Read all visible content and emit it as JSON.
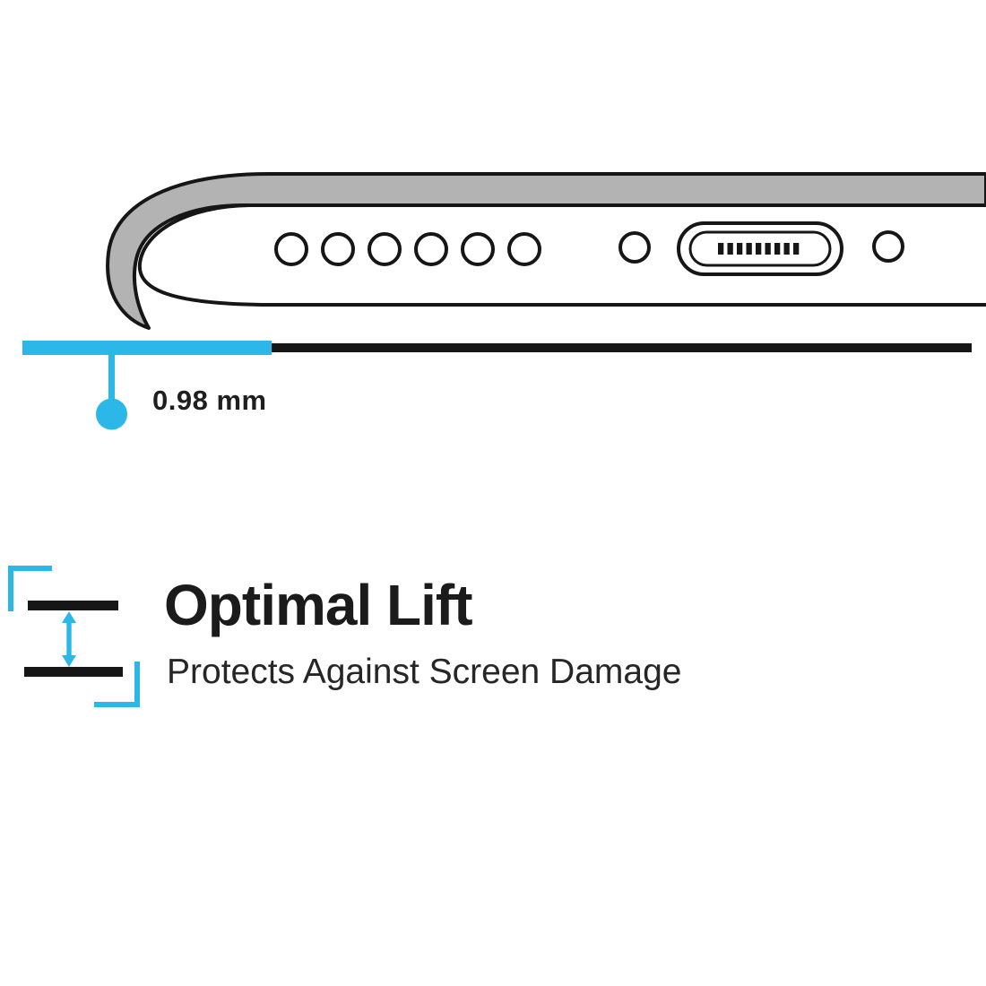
{
  "colors": {
    "accent": "#2bb8e8",
    "ink": "#161616",
    "case_gray": "#b3b3b3",
    "background": "#ffffff"
  },
  "measurement": {
    "label": "0.98 mm"
  },
  "feature": {
    "title": "Optimal Lift",
    "subtitle": "Protects Against Screen Damage"
  }
}
